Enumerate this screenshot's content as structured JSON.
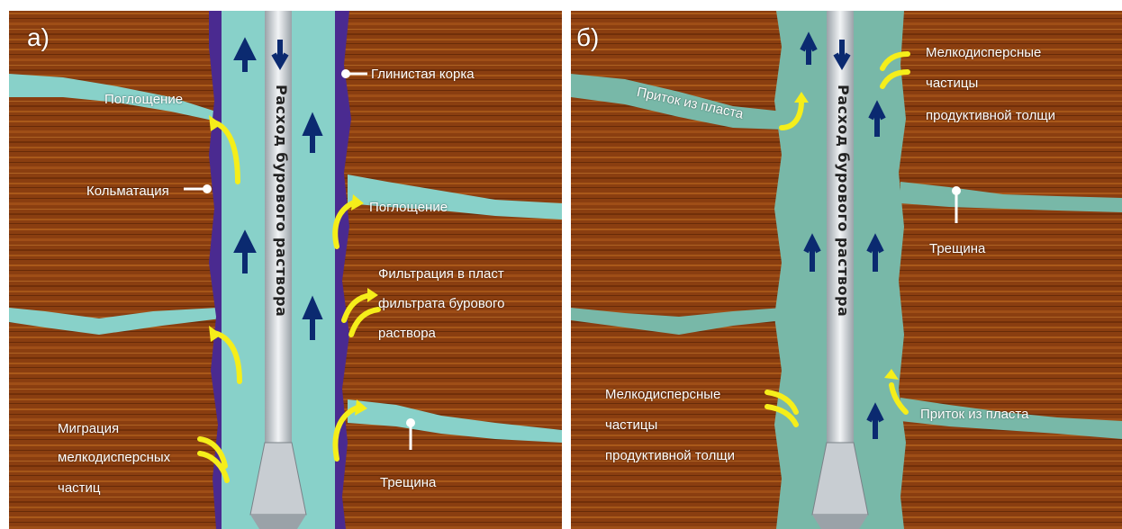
{
  "panel_a": {
    "label": "а)",
    "flow_text": "Расход бурового раствора",
    "labels": {
      "mud_cake": "Глинистая корка",
      "absorption_left": "Поглощение",
      "colmatation": "Кольматация",
      "absorption_right": "Поглощение",
      "filtration": [
        "Фильтрация в пласт",
        "фильтрата бурового",
        "раствора"
      ],
      "migration": [
        "Миграция",
        "мелкодисперсных",
        "частиц"
      ],
      "crack": "Трещина"
    }
  },
  "panel_b": {
    "label": "б)",
    "flow_text": "Расход бурового раствора",
    "labels": {
      "inflow_top": "Приток из пласта",
      "fine_particles_top": [
        "Мелкодисперсные",
        "частицы",
        "продуктивной толщи"
      ],
      "crack": "Трещина",
      "fine_particles_bottom": [
        "Мелкодисперсные",
        "частицы",
        "продуктивной толщи"
      ],
      "inflow_bottom": "Приток из пласта"
    }
  },
  "colors": {
    "rock": "#8a3e10",
    "rock_light": "#b8661e",
    "fluid": "#88d1c9",
    "fluid_b": "#78b8a8",
    "mud_cake": "#4a2a90",
    "arrow_blue": "#0b2a70",
    "arrow_yellow": "#f5ee1a",
    "pipe": "#d8dde2"
  }
}
